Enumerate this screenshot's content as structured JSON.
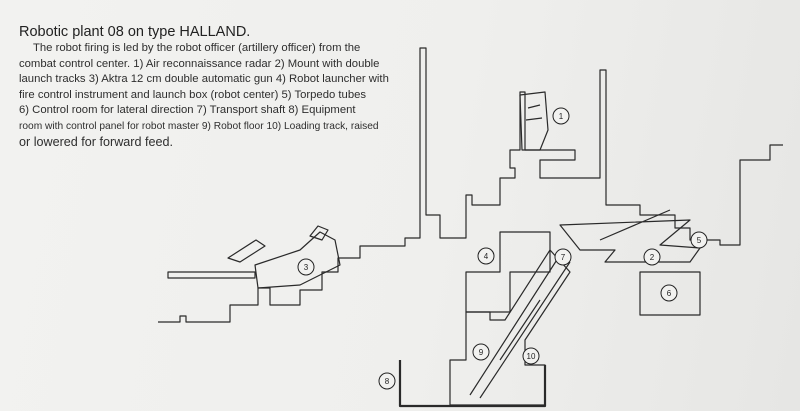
{
  "caption": {
    "title": "Robotic plant 08 on type HALLAND.",
    "lines": [
      "The robot firing is led by the robot officer (artillery officer) from the",
      "combat control center. 1) Air reconnaissance radar 2) Mount with double",
      "launch tracks 3) Aktra 12 cm double automatic gun 4) Robot launcher with",
      "fire control instrument and launch box (robot center) 5) Torpedo tubes",
      "6) Control room for lateral direction 7) Transport shaft 8) Equipment",
      "room with control panel for robot master 9) Robot floor 10) Loading track, raised",
      "or lowered for forward feed."
    ]
  },
  "callouts": [
    "1",
    "2",
    "3",
    "4",
    "5",
    "6",
    "7",
    "8",
    "9",
    "10"
  ]
}
